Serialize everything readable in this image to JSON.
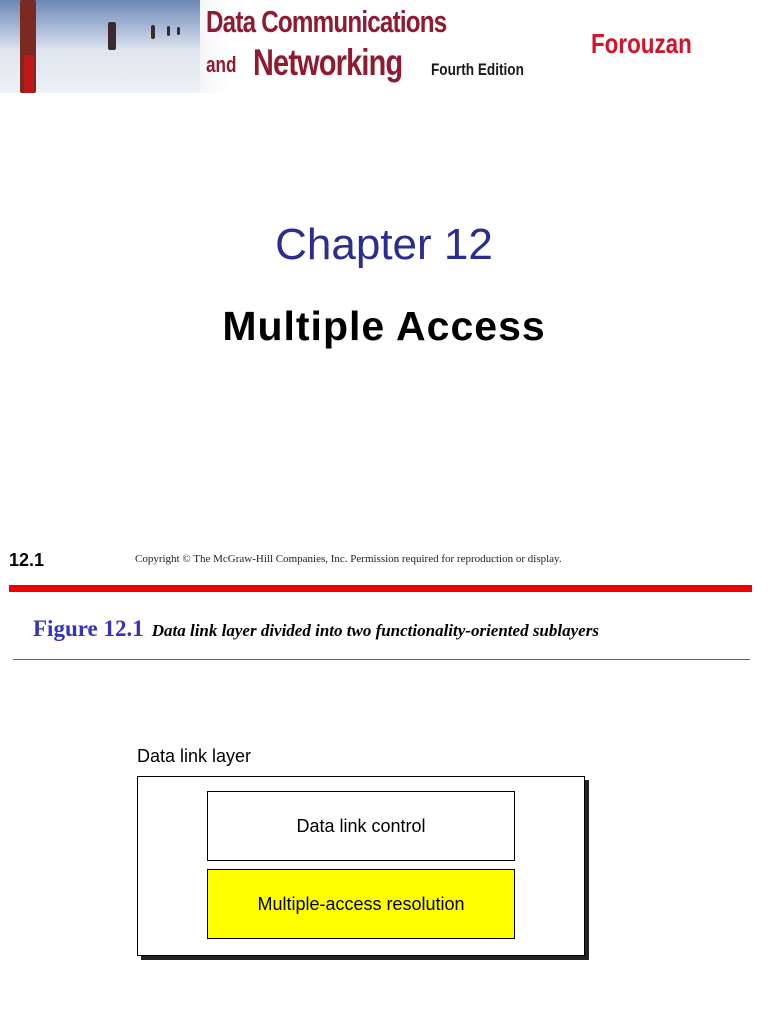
{
  "banner": {
    "title_line1": "Data Communications",
    "title_line2_small": "and",
    "title_line2_large": "Networking",
    "edition": "Fourth Edition",
    "author": "Forouzan",
    "image": "mountain-climbers-photo"
  },
  "title_slide": {
    "chapter": "Chapter 12",
    "subtitle": "Multiple Access"
  },
  "footer": {
    "page_number": "12.1",
    "copyright": "Copyright © The McGraw-Hill Companies, Inc. Permission required for reproduction or display."
  },
  "figure": {
    "number": "Figure 12.1",
    "caption": "Data link layer divided into two functionality-oriented sublayers",
    "outer_label": "Data link layer",
    "sublayers": [
      {
        "label": "Data link control",
        "color": "#ffffff"
      },
      {
        "label": "Multiple-access resolution",
        "color": "#ffff00"
      }
    ]
  },
  "colors": {
    "chapter_blue": "#2b2d8f",
    "banner_maroon": "#8e1b2f",
    "author_red": "#d0142c",
    "separator_red": "#f10000",
    "figure_blue": "#3333bb"
  }
}
